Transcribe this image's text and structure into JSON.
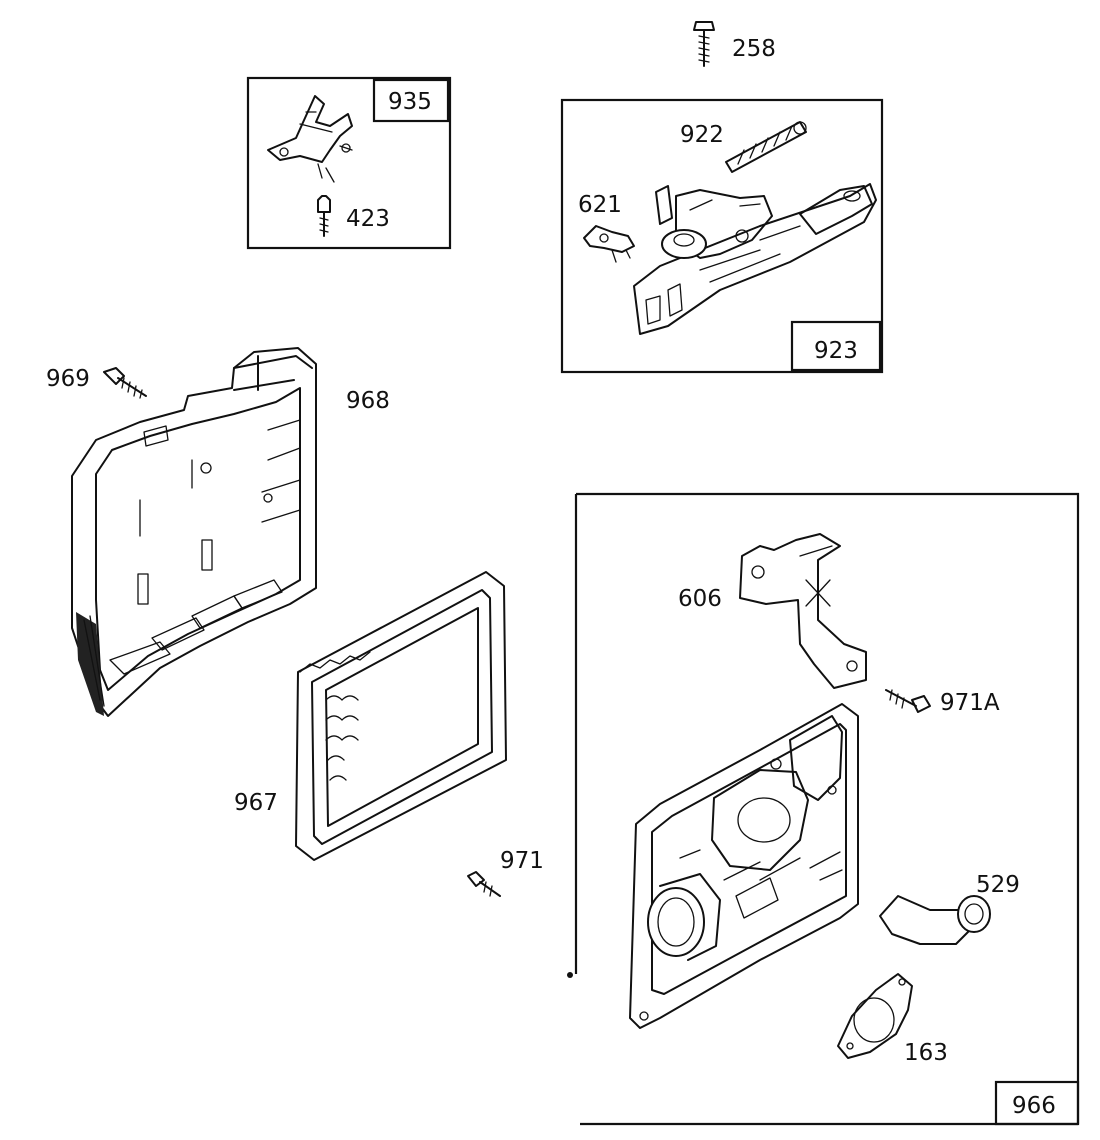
{
  "diagram": {
    "boxes": {
      "b935": "935",
      "b923": "923",
      "b966": "966"
    },
    "callouts": {
      "c258": "258",
      "c423": "423",
      "c922": "922",
      "c621": "621",
      "c969": "969",
      "c968": "968",
      "c967": "967",
      "c971": "971",
      "c606": "606",
      "c971A": "971A",
      "c529": "529",
      "c163": "163"
    }
  }
}
